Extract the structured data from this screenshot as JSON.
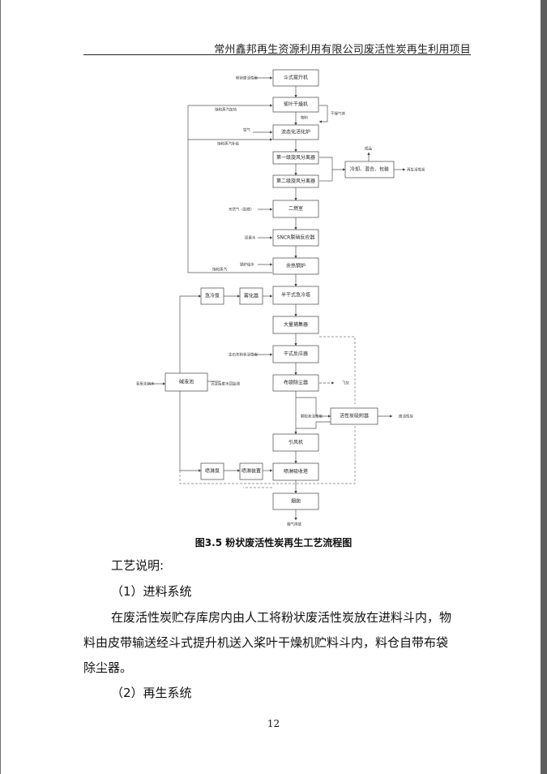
{
  "header": {
    "title": "常州鑫邦再生资源利用有限公司废活性炭再生利用项目"
  },
  "flowchart": {
    "boxes": {
      "bucket_elevator": "斗式提升机",
      "paddle_dryer": "桨叶干燥机",
      "fluidized_furnace": "流态化活化炉",
      "cyclone1": "第一级旋风分离器",
      "cyclone2": "第二级旋风分离器",
      "cooling": "冷却、混合、包装",
      "secondary_chamber": "二燃室",
      "sncr": "SNCR脱硝反应器",
      "boiler": "余热锅炉",
      "quench_pump": "急冷泵",
      "atomizer": "雾化器",
      "semi_dry_tower": "半干式急冷塔",
      "bag_dust": "大量捕集器",
      "dry_reactor": "干式反应器",
      "bag_filter": "布袋除尘器",
      "alkali_tank": "碱液池",
      "ac_adsorber": "活性炭吸附器",
      "fan": "引风机",
      "spray_pump": "喷淋泵",
      "spray_device": "喷淋装置",
      "scrubber": "喷淋吸收塔",
      "chimney": "烟囱"
    },
    "labels": {
      "raw_feed": "粉状废活性炭",
      "steam_to_dryer": "饱和蒸汽加热",
      "product": "物料",
      "dryer_gas": "干燥气体",
      "air": "空气",
      "steam_to_furnace": "饱和蒸汽补给",
      "finished": "成品",
      "recycle": "再生活性炭",
      "natural_gas": "天然气（助燃）",
      "urea": "尿素水",
      "boiler_water": "锅炉给水",
      "sat_steam": "饱和蒸汽",
      "lime": "生石灰粉状活性炭",
      "fly_ash": "飞灰",
      "koh": "氢氧化钠水",
      "clean_water": "沉淀后废水回监测",
      "granular_ac": "颗粒状活性炭",
      "spent_ac": "废活性炭",
      "exhaust": "烟气排放"
    }
  },
  "caption": "图3.5  粉状废活性炭再生工艺流程图",
  "body": {
    "intro": "工艺说明:",
    "section1": "（1）进料系统",
    "para1_line1": "在废活性炭贮存库房内由人工将粉状废活性炭放在进料斗内，物",
    "para1_line2": "料由皮带输送经斗式提升机送入桨叶干燥机贮料斗内，料仓自带布袋",
    "para1_line3": "除尘器。",
    "section2": "（2）再生系统"
  },
  "page_number": "12"
}
